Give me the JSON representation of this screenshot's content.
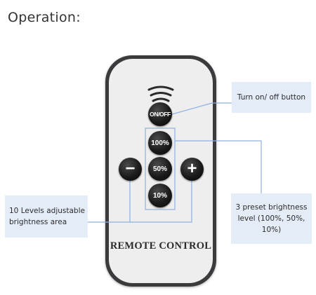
{
  "heading": "Operation:",
  "remote": {
    "ir_icon": "ir-signal-icon",
    "buttons": {
      "onoff": "ON/OFF",
      "p100": "100%",
      "p50": "50%",
      "p10": "10%",
      "minus": "−",
      "plus": "+"
    },
    "brand": "REMOTE CONTROL"
  },
  "callouts": {
    "onoff": "Turn on/ off button",
    "levels": "10 Levels adjustable brightness area",
    "preset": "3 preset brightness level (100%, 50%, 10%)"
  },
  "colors": {
    "callout_bg": "#e4ecf8",
    "leader_line": "#8fb0e0",
    "remote_frame": "#3b3b3d",
    "remote_face": "#eeeeef"
  }
}
